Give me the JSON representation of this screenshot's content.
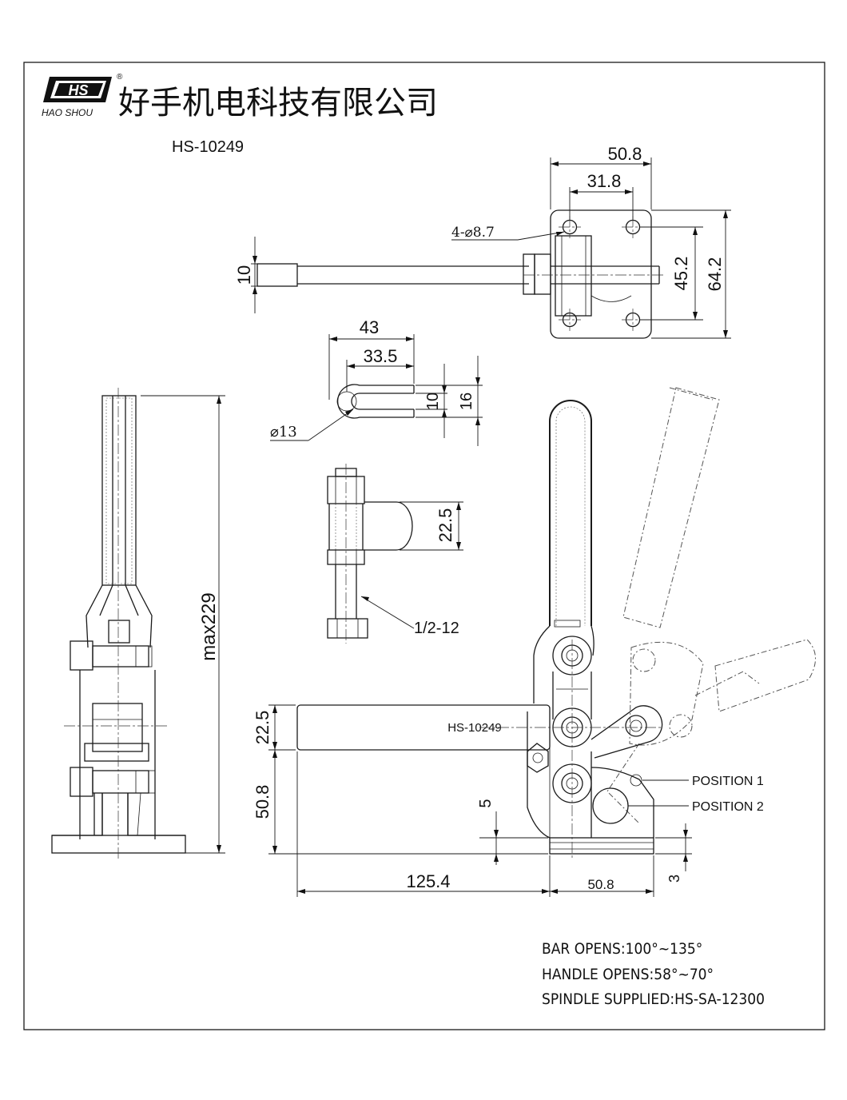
{
  "header": {
    "logo_letters": "HS",
    "logo_subtitle": "HAO SHOU",
    "registered_mark": "®",
    "company_name": "好手机电科技有限公司",
    "model_number": "HS-10249"
  },
  "dimensions": {
    "base_width": "50.8",
    "hole_spacing_x": "31.8",
    "holes": "4-⌀8.7",
    "hole_spacing_y": "45.2",
    "base_length": "64.2",
    "bar_thickness": "10",
    "spindle_slot_length": "43",
    "spindle_slot_depth": "33.5",
    "slot_width": "10",
    "slot_outer_width": "16",
    "slot_diameter": "⌀13",
    "spindle_retainer": "22.5",
    "thread": "1/2-12",
    "max_height": "max229",
    "bar_height": "22.5",
    "pivot_height": "50.8",
    "offset": "5",
    "bar_length": "125.4",
    "base_width_side": "50.8",
    "base_thickness": "3"
  },
  "labels": {
    "bar_mark": "HS-10249",
    "position_1": "POSITION 1",
    "position_2": "POSITION 2"
  },
  "notes": [
    "BAR OPENS:100°~135°",
    "HANDLE OPENS:58°~70°",
    "SPINDLE SUPPLIED:HS-SA-12300"
  ]
}
